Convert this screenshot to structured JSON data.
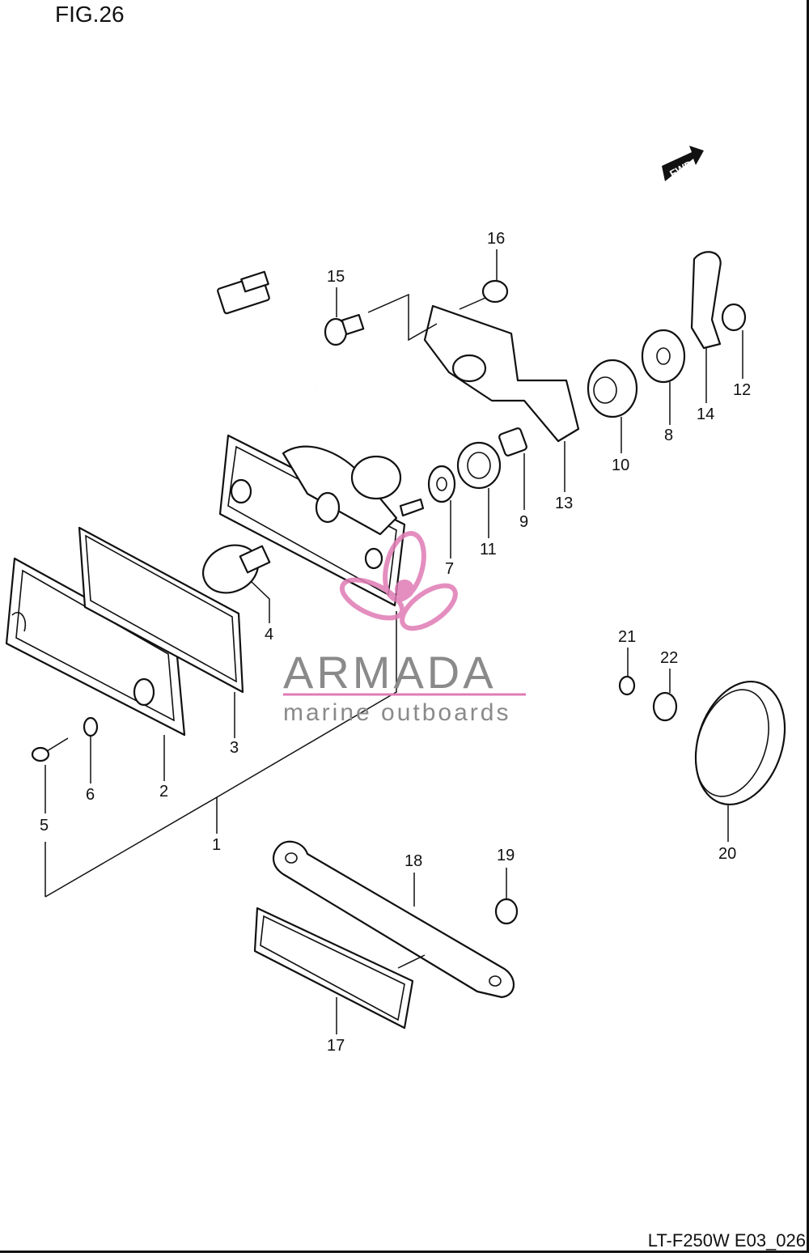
{
  "figure": {
    "title": "FIG.26",
    "code": "LT-F250W E03_026"
  },
  "direction_marker": {
    "label": "FWD"
  },
  "watermark": {
    "brand": "ARMADA",
    "tagline": "marine outboards",
    "color": "#e07bb5",
    "text_color": "#8a8a8a"
  },
  "callouts": [
    "1",
    "2",
    "3",
    "4",
    "5",
    "6",
    "7",
    "8",
    "9",
    "10",
    "11",
    "12",
    "13",
    "14",
    "15",
    "16",
    "17",
    "18",
    "19",
    "20",
    "21",
    "22"
  ]
}
